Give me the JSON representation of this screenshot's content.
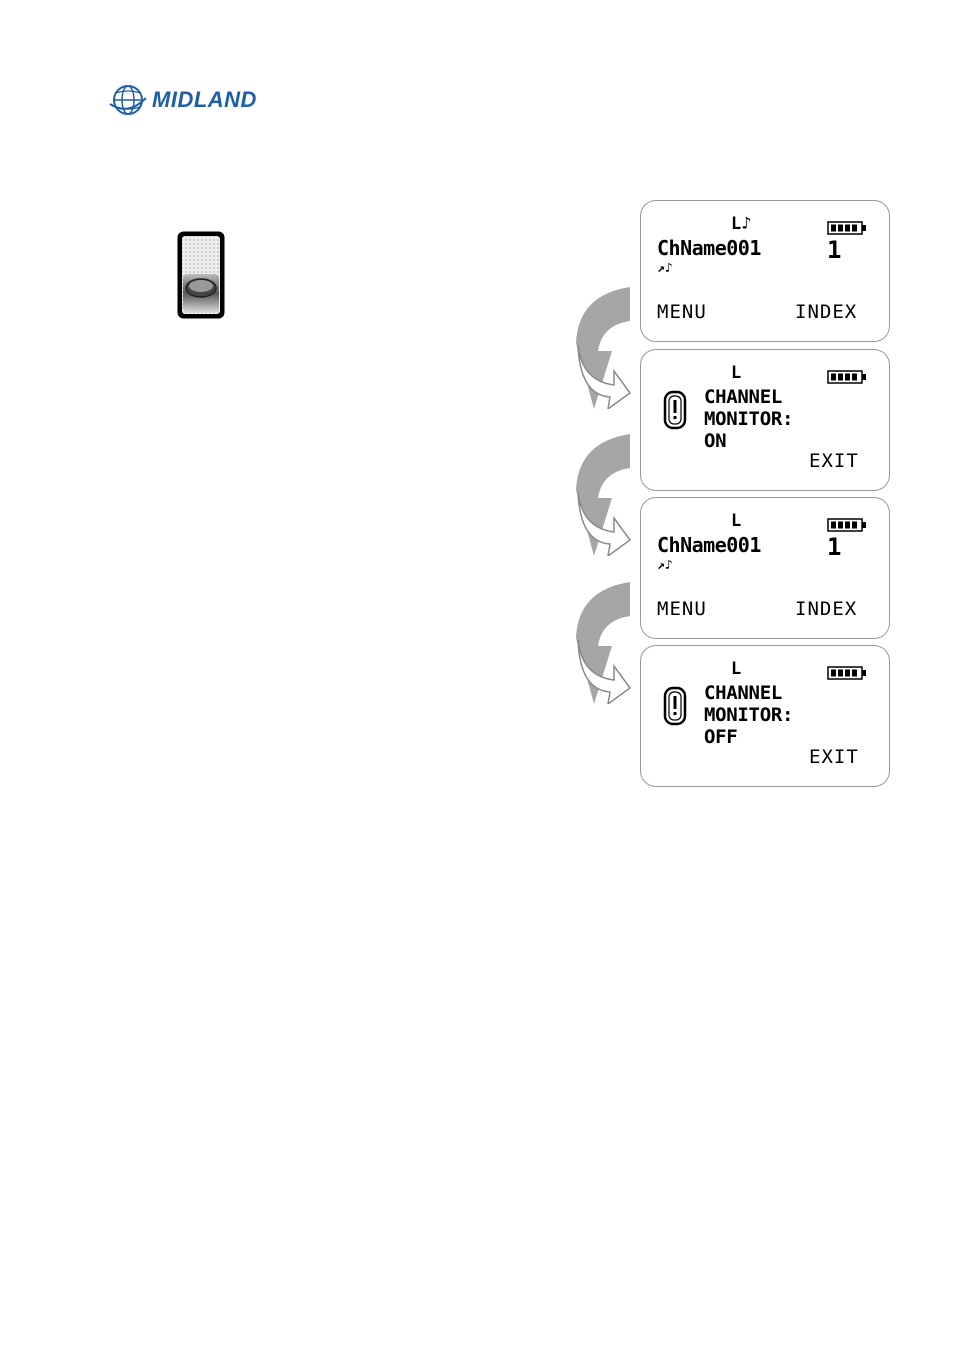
{
  "header": {
    "logo_text": "MIDLAND",
    "brand_color": "#1f5fa8"
  },
  "key_icon": "monitor-key-icon",
  "screens": [
    {
      "mode": "L♪",
      "channel_name": "ChName001",
      "channel_number": "1",
      "symbols": "↗♪",
      "left_softkey": "MENU",
      "right_softkey": "INDEX"
    },
    {
      "mode": "L",
      "line1": "CHANNEL",
      "line2": "MONITOR:",
      "line3": "ON",
      "softkey": "EXIT"
    },
    {
      "mode": "L",
      "channel_name": "ChName001",
      "channel_number": "1",
      "symbols": "↗♪",
      "left_softkey": "MENU",
      "right_softkey": "INDEX"
    },
    {
      "mode": "L",
      "line1": "CHANNEL",
      "line2": "MONITOR:",
      "line3": "OFF",
      "softkey": "EXIT"
    }
  ]
}
